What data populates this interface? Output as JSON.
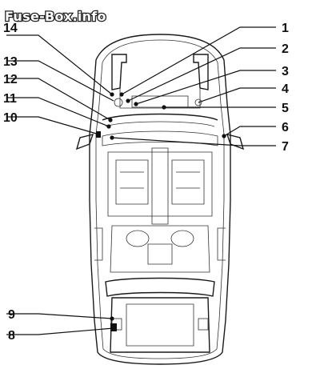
{
  "watermark": "Fuse-Box.info",
  "callouts": [
    {
      "id": "1",
      "label": "1"
    },
    {
      "id": "2",
      "label": "2"
    },
    {
      "id": "3",
      "label": "3"
    },
    {
      "id": "4",
      "label": "4"
    },
    {
      "id": "5",
      "label": "5"
    },
    {
      "id": "6",
      "label": "6"
    },
    {
      "id": "7",
      "label": "7"
    },
    {
      "id": "8",
      "label": "8"
    },
    {
      "id": "9",
      "label": "9"
    },
    {
      "id": "10",
      "label": "10"
    },
    {
      "id": "11",
      "label": "11"
    },
    {
      "id": "12",
      "label": "12"
    },
    {
      "id": "13",
      "label": "13"
    },
    {
      "id": "14",
      "label": "14"
    }
  ]
}
